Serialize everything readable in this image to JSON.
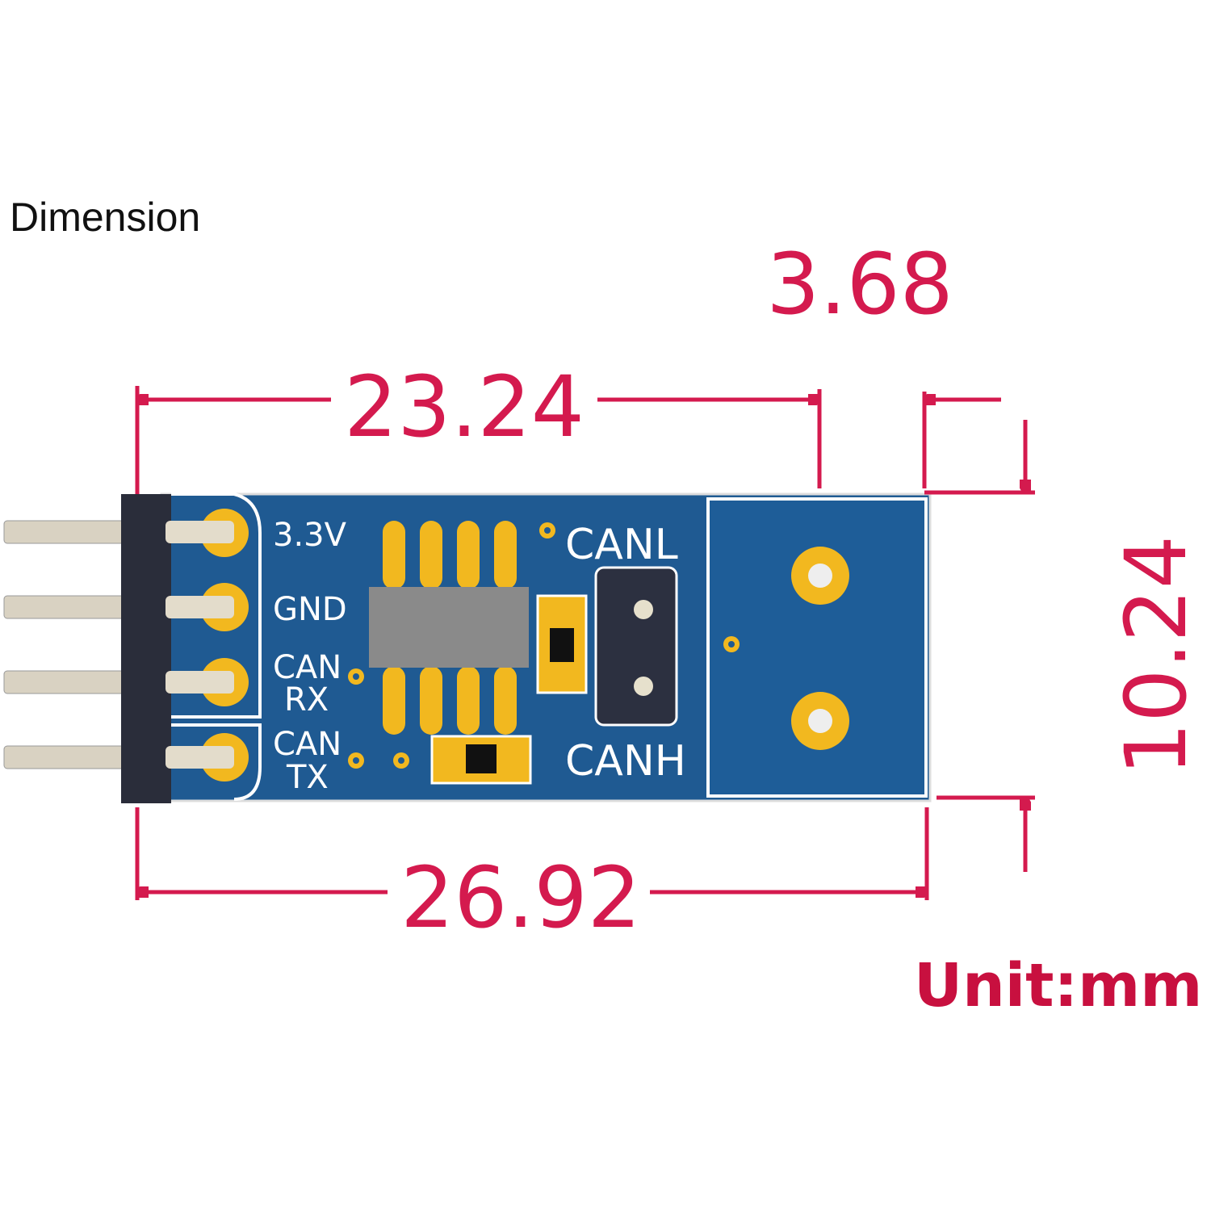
{
  "title": "Dimension",
  "dimensions": {
    "width_board": "23.24",
    "width_total": "26.92",
    "connector_offset": "3.68",
    "height": "10.24"
  },
  "unit": "Unit:mm",
  "board": {
    "pins": [
      "3.3V",
      "GND",
      "CAN RX",
      "CAN TX"
    ],
    "pin_lines": [
      [
        "3.3V"
      ],
      [
        "GND"
      ],
      [
        "CAN",
        "RX"
      ],
      [
        "CAN",
        "TX"
      ]
    ],
    "canl": "CANL",
    "canh": "CANH"
  },
  "colors": {
    "dimension": "#d41a4e",
    "pcb": "#1f5a92",
    "pad": "#f2b81f"
  }
}
